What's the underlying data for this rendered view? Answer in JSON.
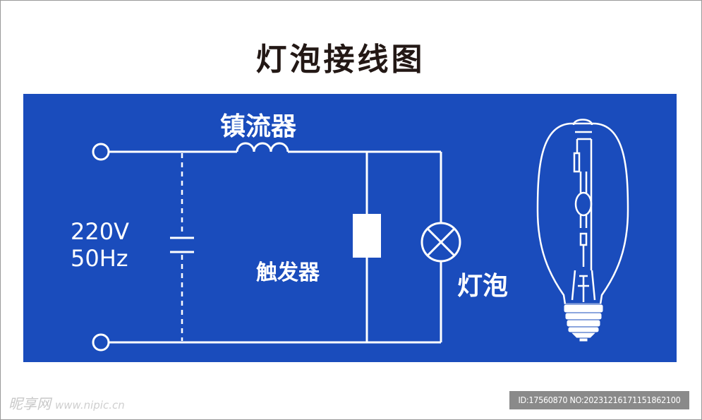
{
  "title": "灯泡接线图",
  "diagram": {
    "ballast_label": "镇流器",
    "voltage": "220V",
    "frequency": "50Hz",
    "trigger_label": "触发器",
    "lamp_label": "灯泡",
    "colors": {
      "background": "#1a4cbc",
      "line": "#ffffff",
      "title": "#231815"
    },
    "components": [
      "power-terminal",
      "capacitor",
      "ballast-inductor",
      "trigger-box",
      "lamp-symbol",
      "bulb-illustration"
    ]
  },
  "watermark": {
    "brand": "昵享网",
    "site": "www.nipic.cn"
  },
  "image_id": "ID:17560870 NO:20231216171151862100"
}
